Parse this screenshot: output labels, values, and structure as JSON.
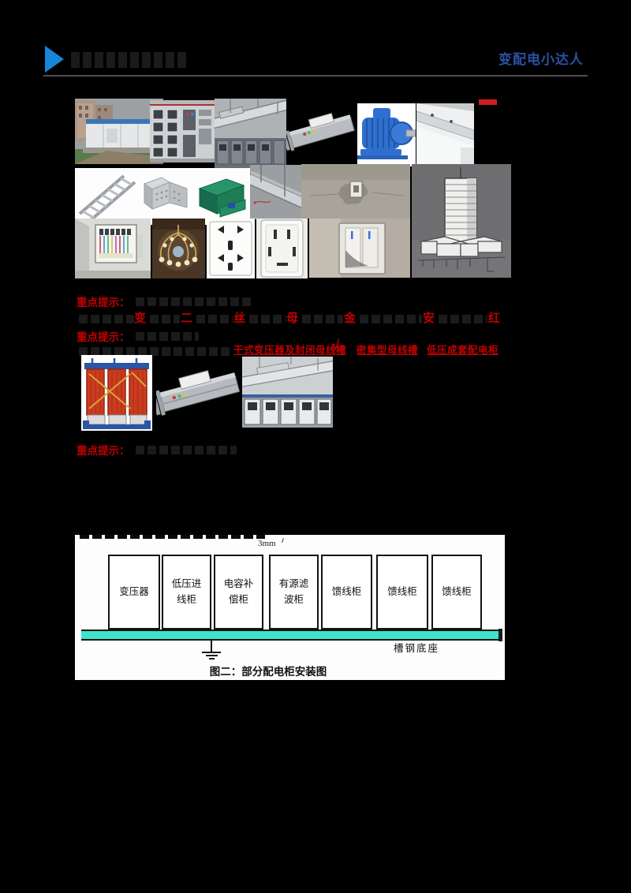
{
  "header": {
    "right_text": "变配电小达人",
    "accent_blue": "#2b51a5",
    "logo_blue": "#1885d8"
  },
  "study": {
    "point_label_1": "重点提示：",
    "point_label_2": "重点提示：",
    "point_label_3": "重点提示：",
    "fill_line": {
      "red_chars": [
        "变",
        "二",
        "丝",
        "母",
        "金",
        "安",
        "红"
      ]
    },
    "answer_line": {
      "phrase_1": "干式变压器及封闭母线槽",
      "check_mark": "√",
      "phrase_2": "密集型母线槽",
      "phrase_3": "低压成套配电柜"
    },
    "red_color": "#c40000"
  },
  "images": {
    "row1": [
      "box-substation-outdoor",
      "lv-switchgear-cabinets",
      "switch-room-with-busway",
      "busbar-trunking-unit",
      "electric-motor-blue",
      "ceiling-panel-corner"
    ],
    "row2": [
      "ladder-cable-tray",
      "perforated-cable-tray",
      "green-frp-tray",
      "ceiling-trunking-install",
      "wall-junction-box",
      "building-3d-render"
    ],
    "row3": [
      "distribution-box-wiring",
      "gold-chandelier",
      "multi-hole-socket",
      "slot-socket-panel",
      "wall-light-switch"
    ],
    "middle": [
      "dry-type-transformer",
      "busbar-trunking-render",
      "ceiling-busway-and-switchgear"
    ]
  },
  "diagram": {
    "gap_label": "3mm",
    "boxes": [
      "变压器",
      "低压进\n线柜",
      "电容补\n偿柜",
      "有源滤\n波柜",
      "馈线柜",
      "馈线柜",
      "馈线柜"
    ],
    "base_label": "槽钢底座",
    "caption": "图二：部分配电柜安装图",
    "base_color": "#3ce4cb"
  }
}
